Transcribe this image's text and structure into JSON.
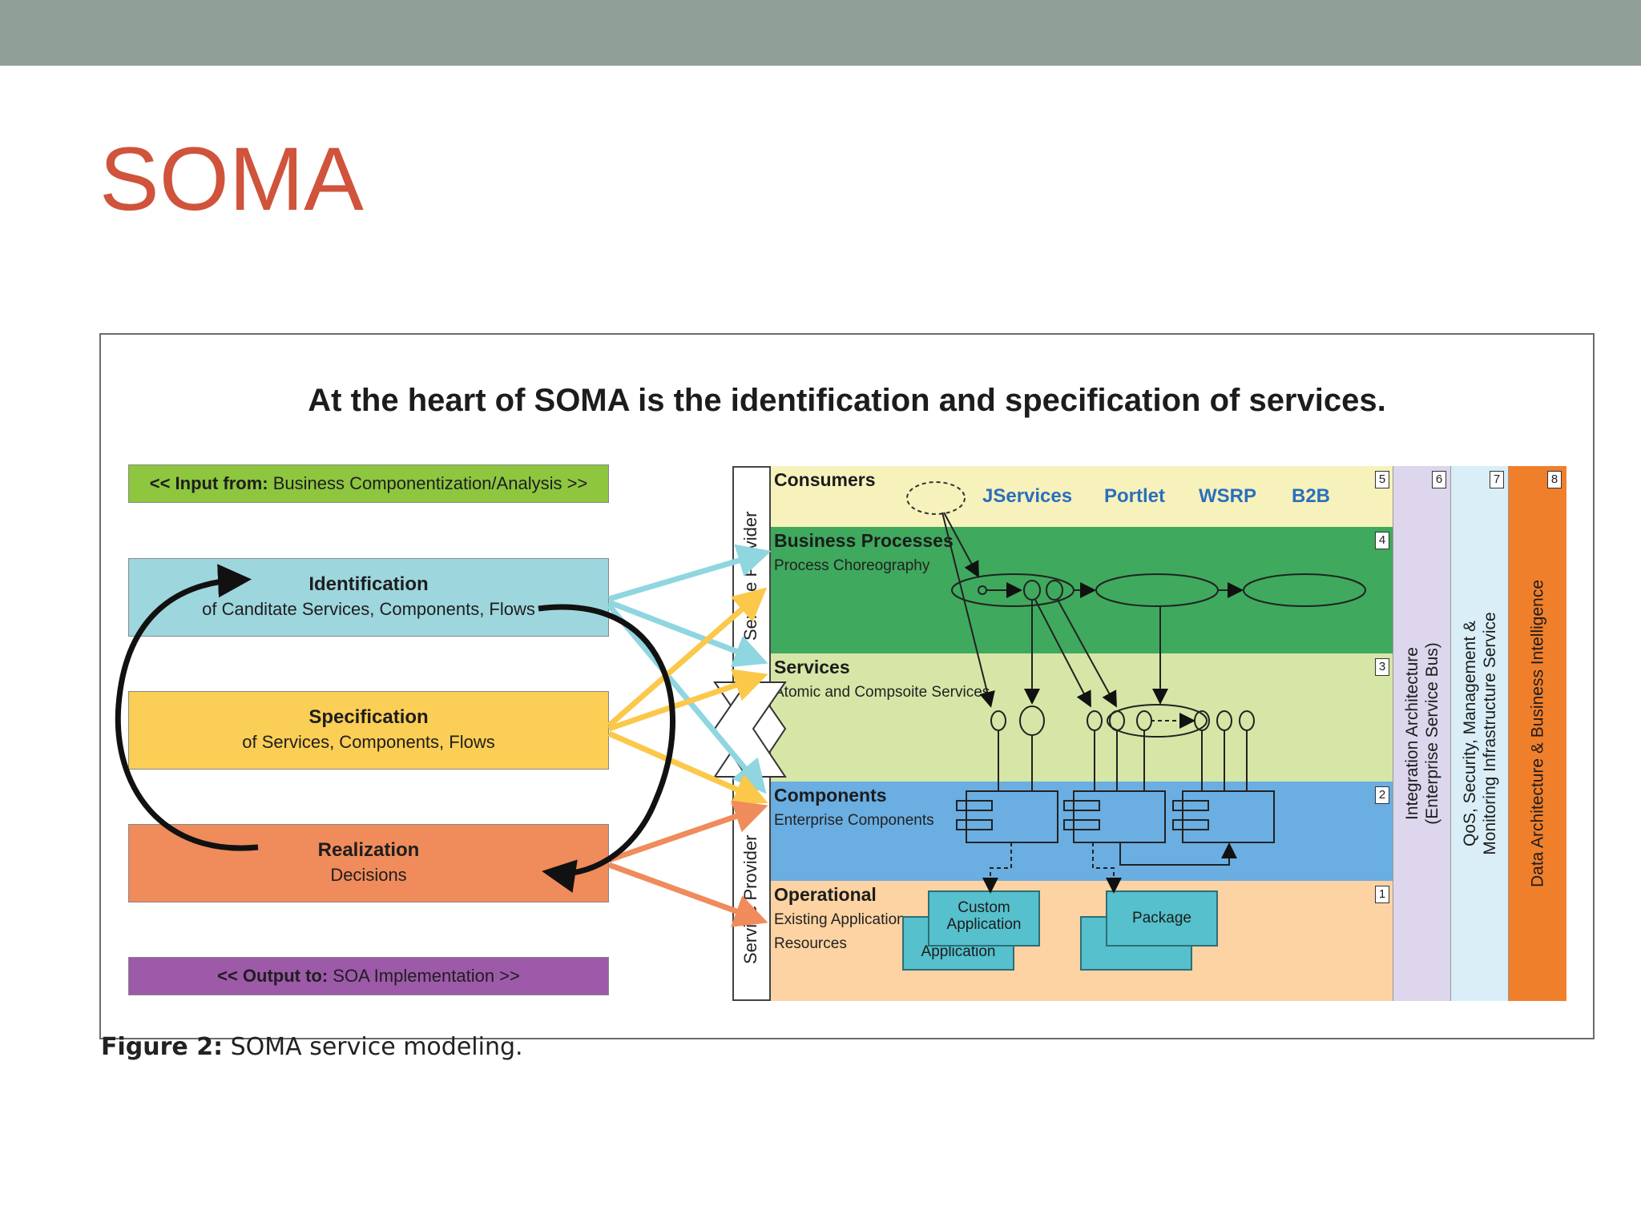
{
  "slide": {
    "title": "SOMA"
  },
  "figure": {
    "heading": "At the heart of SOMA is the identification and specification of services.",
    "caption_bold": "Figure 2:",
    "caption_text": " SOMA service modeling."
  },
  "left": {
    "input_bold": "<< Input from:",
    "input_text": " Business Componentization/Analysis >>",
    "identification": {
      "title": "Identification",
      "sub": "of Canditate Services, Components, Flows"
    },
    "specification": {
      "title": "Specification",
      "sub": "of Services, Components, Flows"
    },
    "realization": {
      "title": "Realization",
      "sub": "Decisions"
    },
    "output_bold": "<< Output to:",
    "output_text": " SOA Implementation >>"
  },
  "strip": {
    "upper": "Service Provider",
    "lower": "Service Provider"
  },
  "layers": {
    "consumers": {
      "title": "Consumers",
      "num": "5",
      "items": [
        "JServices",
        "Portlet",
        "WSRP",
        "B2B"
      ]
    },
    "business": {
      "title": "Business Processes",
      "sub": "Process Choreography",
      "num": "4"
    },
    "services": {
      "title": "Services",
      "sub": "Atomic and Compsoite Services",
      "num": "3"
    },
    "components": {
      "title": "Components",
      "sub": "Enterprise Components",
      "num": "2"
    },
    "operational": {
      "title": "Operational",
      "sub1": "Existing Application",
      "sub2": "Resources",
      "num": "1",
      "custom_app": "Custom Application",
      "application": "Application",
      "package": "Package"
    }
  },
  "columns": {
    "integration": {
      "num": "6",
      "line1": "Integration Architecture",
      "line2": "(Enterprise Service Bus)"
    },
    "qos": {
      "num": "7",
      "line1": "QoS, Security, Management &",
      "line2": "Monitoring Infrastructure Service"
    },
    "data": {
      "num": "8",
      "line1": "Data Architecture & Business Intelligence"
    }
  },
  "colors": {
    "topbar": "#909f97",
    "title": "#d0533c",
    "input_bar": "#8ec63f",
    "identification": "#9ed6dd",
    "specification": "#fbce55",
    "realization": "#f08b5b",
    "output_bar": "#9d5aa9",
    "consumers": "#f7f2bb",
    "business": "#3fa95d",
    "services": "#d6e6a6",
    "components": "#6aaee2",
    "operational": "#fdd3a3",
    "integration": "#ddd6ec",
    "qos": "#d9eef7",
    "data": "#f07f2c",
    "arrow_blue": "#8fd6e0",
    "arrow_yellow": "#fbc84a",
    "arrow_orange": "#f08b5b"
  }
}
